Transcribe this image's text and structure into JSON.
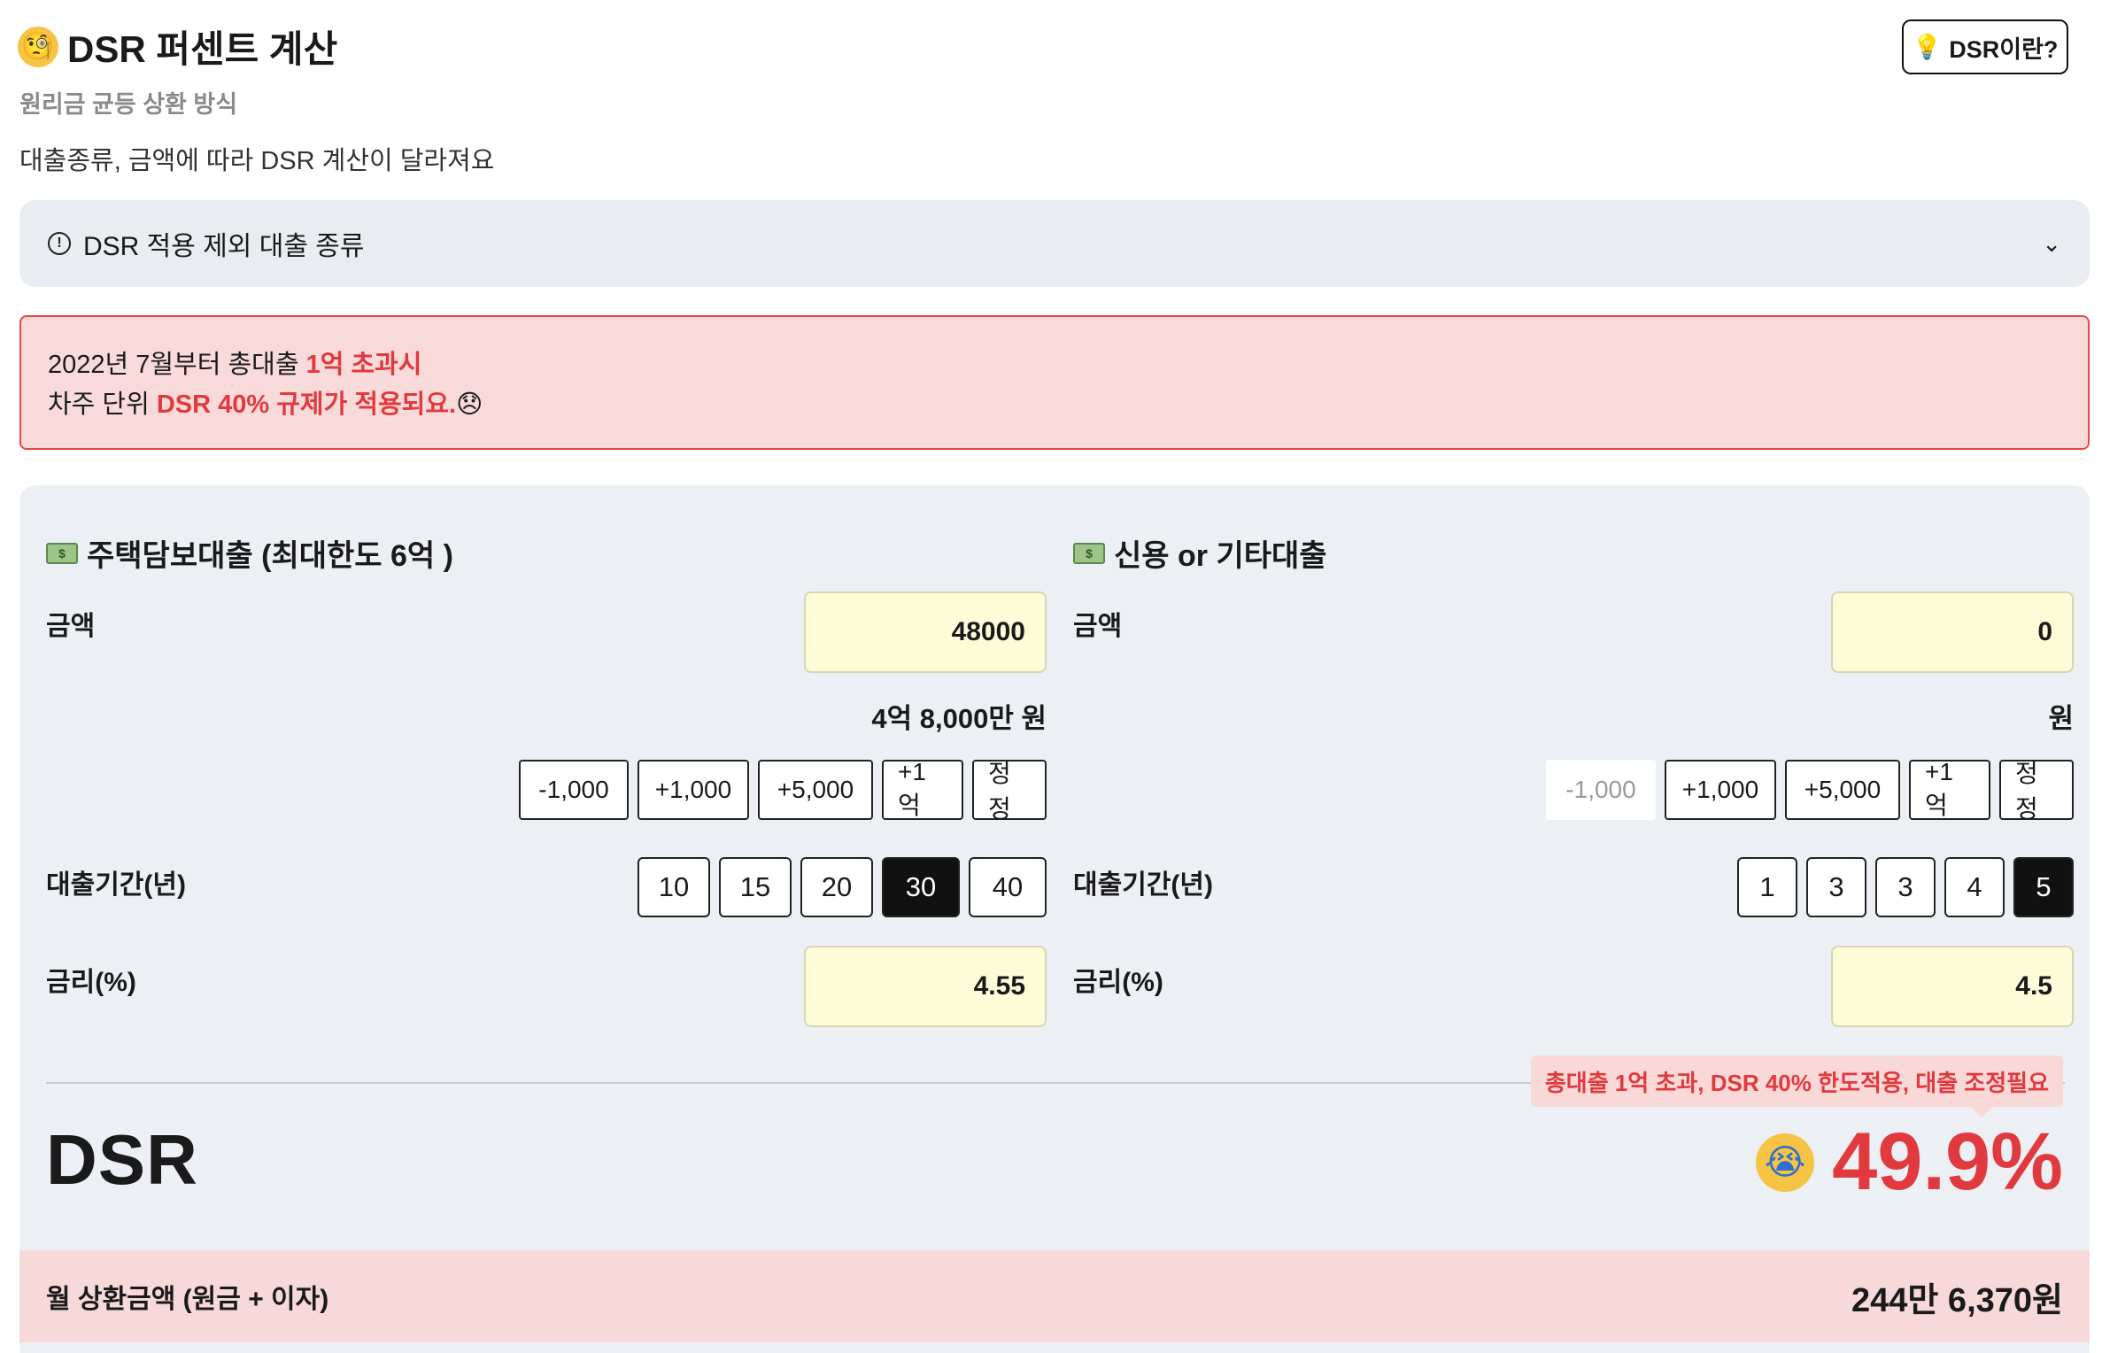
{
  "header": {
    "emoji": "🧐",
    "title": "DSR 퍼센트 계산",
    "subtitle": "원리금 균등 상환 방식",
    "description": "대출종류, 금액에 따라 DSR 계산이 달라져요",
    "info_button": {
      "icon": "💡",
      "label": "DSR이란?"
    }
  },
  "accordion": {
    "label": "DSR 적용 제외 대출 종류",
    "icon": "alert-circle-icon",
    "chevron": "chevron-down-icon"
  },
  "notice": {
    "line1_prefix": "2022년 7월부터 총대출 ",
    "line1_highlight": "1억 초과시",
    "line2_prefix": "차주 단위 ",
    "line2_highlight": "DSR 40% 규제가 적용되요.",
    "emoji": "😞"
  },
  "mortgage": {
    "title": "주택담보대출 (최대한도 6억 )",
    "amount_label": "금액",
    "amount_value": "48000",
    "amount_text": "4억 8,000만 원",
    "adjust_buttons": [
      "-1,000",
      "+1,000",
      "+5,000",
      "+1억",
      "정정"
    ],
    "term_label": "대출기간(년)",
    "terms": [
      "10",
      "15",
      "20",
      "30",
      "40"
    ],
    "selected_term": "30",
    "rate_label": "금리(%)",
    "rate_value": "4.55"
  },
  "credit": {
    "title": "신용 or 기타대출",
    "amount_label": "금액",
    "amount_value": "0",
    "amount_text": "원",
    "adjust_buttons": [
      "-1,000",
      "+1,000",
      "+5,000",
      "+1억",
      "정정"
    ],
    "term_label": "대출기간(년)",
    "terms": [
      "1",
      "3",
      "3",
      "4",
      "5"
    ],
    "selected_term": "5",
    "rate_label": "금리(%)",
    "rate_value": "4.5"
  },
  "result": {
    "warning": "총대출 1억 초과, DSR 40% 한도적용, 대출 조정필요",
    "dsr_label": "DSR",
    "dsr_emoji": "😭",
    "dsr_value": "49.9%",
    "monthly_label": "월 상환금액 (원금 + 이자)",
    "monthly_value": "244만 6,370원"
  },
  "colors": {
    "accent_red": "#e0393e",
    "input_bg": "#fefcd8",
    "panel_bg": "#eceff3"
  }
}
